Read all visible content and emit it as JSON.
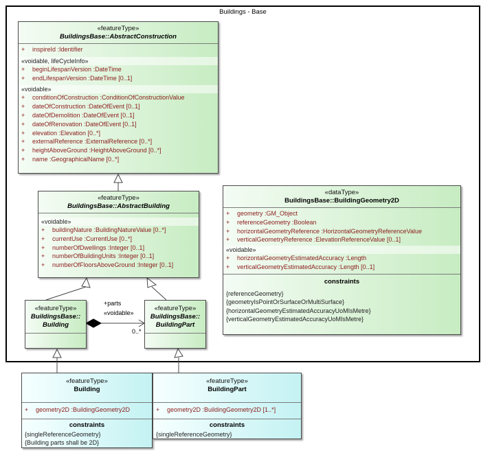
{
  "package": {
    "title": "Buildings - Base"
  },
  "classes": {
    "abstract_construction": {
      "stereotype": "«featureType»",
      "name": "BuildingsBase::AbstractConstruction",
      "attrs1": [
        "inspireId  :Identifier"
      ],
      "group2": "«voidable, lifeCycleInfo»",
      "attrs2": [
        "beginLifespanVersion  :DateTime",
        "endLifespanVersion  :DateTime [0..1]"
      ],
      "group3": "«voidable»",
      "attrs3": [
        "conditionOfConstruction  :ConditionOfConstructionValue",
        "dateOfConstruction  :DateOfEvent [0..1]",
        "dateOfDemolition  :DateOfEvent [0..1]",
        "dateOfRenovation  :DateOfEvent [0..1]",
        "elevation  :Elevation [0..*]",
        "externalReference  :ExternalReference [0..*]",
        "heightAboveGround  :HeightAboveGround [0..*]",
        "name  :GeographicalName [0..*]"
      ]
    },
    "abstract_building": {
      "stereotype": "«featureType»",
      "name": "BuildingsBase::AbstractBuilding",
      "group1": "«voidable»",
      "attrs1": [
        "buildingNature  :BuildingNatureValue [0..*]",
        "currentUse  :CurrentUse [0..*]",
        "numberOfDwellings  :Integer [0..1]",
        "numberOfBuildingUnits  :Integer [0..1]",
        "numberOfFloorsAboveGround  :Integer [0..1]"
      ]
    },
    "building_geometry": {
      "stereotype": "«dataType»",
      "name": "BuildingsBase::BuildingGeometry2D",
      "attrs1": [
        "geometry  :GM_Object",
        "referenceGeometry  :Boolean",
        "horizontalGeometryReference  :HorizontalGeometryReferenceValue",
        "verticalGeometryReference  :ElevationReferenceValue [0..1]"
      ],
      "group2": "«voidable»",
      "attrs2": [
        "horizontalGeometryEstimatedAccuracy  :Length",
        "verticalGeometryEstimatedAccuracy  :Length [0..1]"
      ],
      "constraints_title": "constraints",
      "constraints": [
        "{referenceGeometry}",
        "{geometryIsPointOrSurfaceOrMultiSurface}",
        "{horizontalGeometryEstimatedAccuracyUoMIsMetre}",
        "{verticalGeometryEstimatedAccuracyUoMIsMetre}"
      ]
    },
    "bb_building": {
      "stereotype": "«featureType»",
      "name_line1": "BuildingsBase::",
      "name_line2": "Building"
    },
    "bb_buildingpart": {
      "stereotype": "«featureType»",
      "name_line1": "BuildingsBase::",
      "name_line2": "BuildingPart"
    },
    "building": {
      "stereotype": "«featureType»",
      "name": "Building",
      "attrs1": [
        "geometry2D  :BuildingGeometry2D"
      ],
      "constraints_title": "constraints",
      "constraints": [
        "{singleReferenceGeometry}",
        "{Building parts shall be 2D}"
      ]
    },
    "buildingpart": {
      "stereotype": "«featureType»",
      "name": "BuildingPart",
      "attrs1": [
        "geometry2D  :BuildingGeometry2D [1..*]"
      ],
      "constraints_title": "constraints",
      "constraints": [
        "{singleReferenceGeometry}"
      ]
    }
  },
  "association": {
    "role": "+parts",
    "stereotype": "«voidable»",
    "multiplicity": "0..*"
  },
  "attr_marker": "+",
  "colors": {
    "green_fill": "#c7ecc2",
    "cyan_fill": "#c4f2f3",
    "attr_text": "#8b1a1a"
  }
}
